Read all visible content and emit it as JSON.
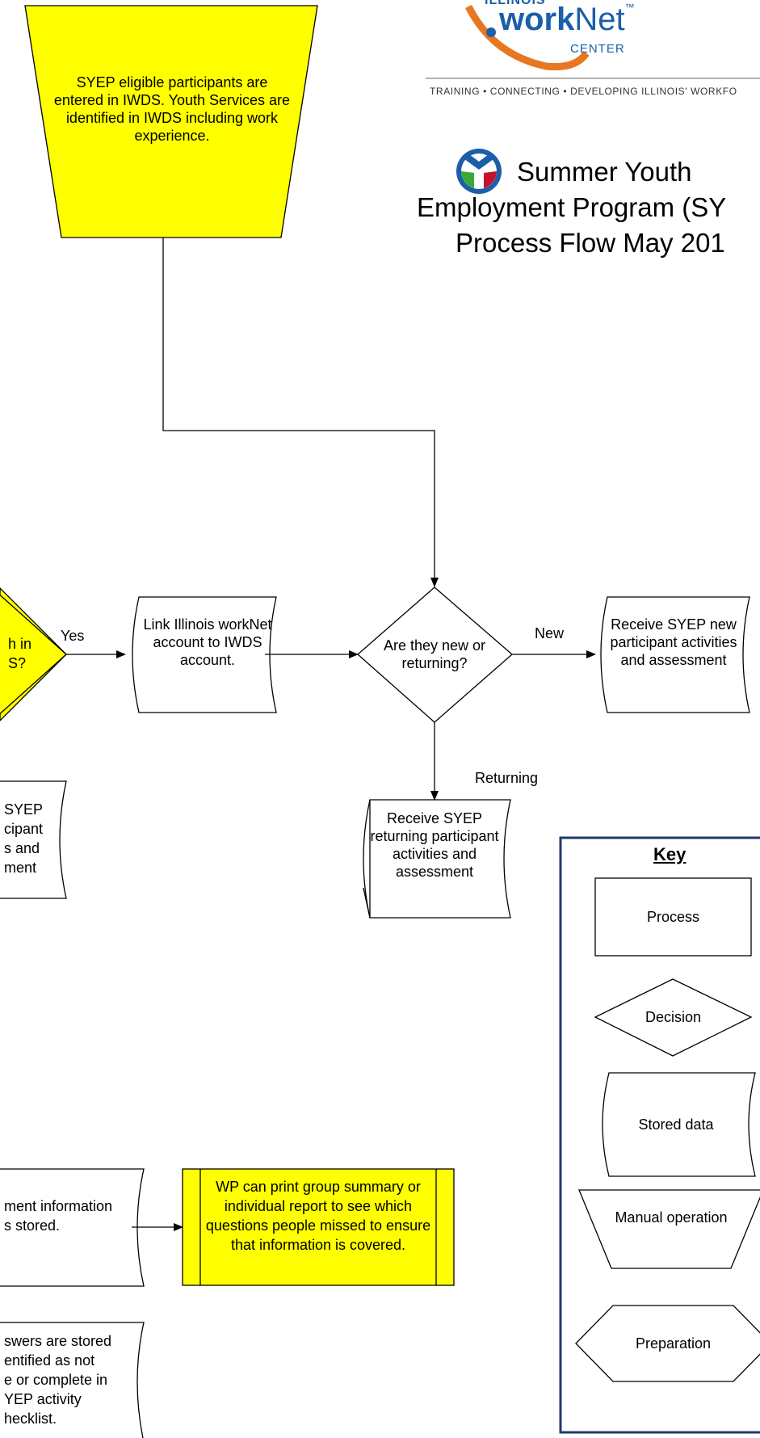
{
  "title": {
    "line1": "Summer Youth",
    "line2": "Employment Program (SY",
    "line3": "Process Flow May 201"
  },
  "logo": {
    "state": "ILLINOIS",
    "brand_bold": "work",
    "brand_light": "Net",
    "tm": "™",
    "center": "CENTER",
    "tagline": "TRAINING • CONNECTING • DEVELOPING ILLINOIS' WORKFO"
  },
  "nodes": {
    "syep_eligible": "SYEP eligible participants are entered in IWDS.  Youth Services are identified in IWDS including work experience.",
    "match_decision_line1": "h in",
    "match_decision_line2": "S?",
    "link_account": "Link Illinois workNet account to IWDS account.",
    "new_or_returning": "Are they new or returning?",
    "receive_new": "Receive SYEP new participant activities and assessment",
    "receive_returning": "Receive SYEP returning participant activities and assessment",
    "left_partial_line1": "SYEP",
    "left_partial_line2": "cipant",
    "left_partial_line3": "s and",
    "left_partial_line4": "ment",
    "assessment_stored_line1": "ment information",
    "assessment_stored_line2": "s stored.",
    "wp_print": "WP can print group summary or individual report to see which questions people missed to ensure that information is covered.",
    "answers_line1": "swers are stored",
    "answers_line2": "entified as not",
    "answers_line3": "e or complete in",
    "answers_line4": "YEP activity",
    "answers_line5": "hecklist."
  },
  "edges": {
    "yes": "Yes",
    "new": "New",
    "returning": "Returning"
  },
  "key": {
    "title": "Key",
    "process": "Process",
    "decision": "Decision",
    "stored_data": "Stored data",
    "manual_operation": "Manual operation",
    "preparation": "Preparation"
  },
  "colors": {
    "highlight": "#ffff00",
    "key_border": "#1f3a6e",
    "logo_blue": "#1b5fa8",
    "logo_orange": "#e87722",
    "logo_green": "#3aa935",
    "logo_red": "#c8102e"
  }
}
